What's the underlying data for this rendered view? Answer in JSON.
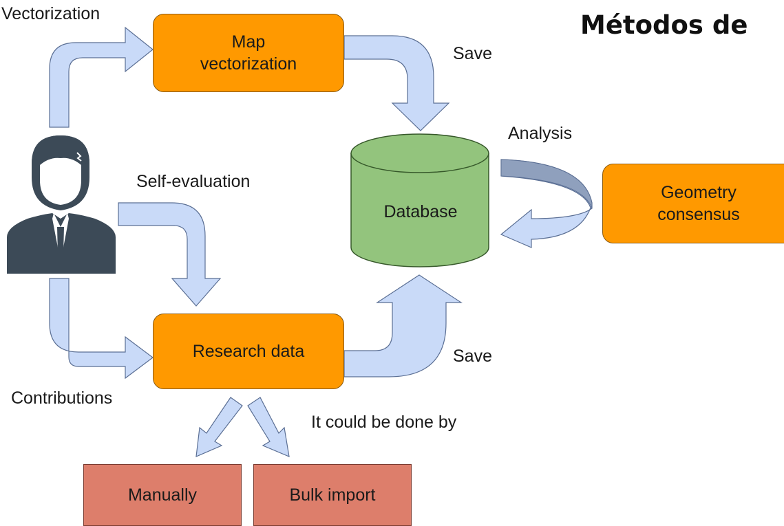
{
  "title": "Métodos de",
  "nodes": {
    "map_vectorization": "Map\nvectorization",
    "database": "Database",
    "geometry_consensus": "Geometry\nconsensus",
    "research_data": "Research data",
    "manually": "Manually",
    "bulk_import": "Bulk import"
  },
  "edge_labels": {
    "vectorization": "Vectorization",
    "save_top": "Save",
    "analysis": "Analysis",
    "self_evaluation": "Self-evaluation",
    "save_bottom": "Save",
    "contributions": "Contributions",
    "could_be_done_by": "It could be done by"
  },
  "icons": {
    "user": "user-avatar-icon"
  },
  "colors": {
    "arrow_fill": "#c9daf8",
    "arrow_stroke": "#5b6f94",
    "process_box": "#ff9900",
    "method_box": "#dd7e6b",
    "database": "#93c47d",
    "user_icon": "#3c4a57"
  }
}
